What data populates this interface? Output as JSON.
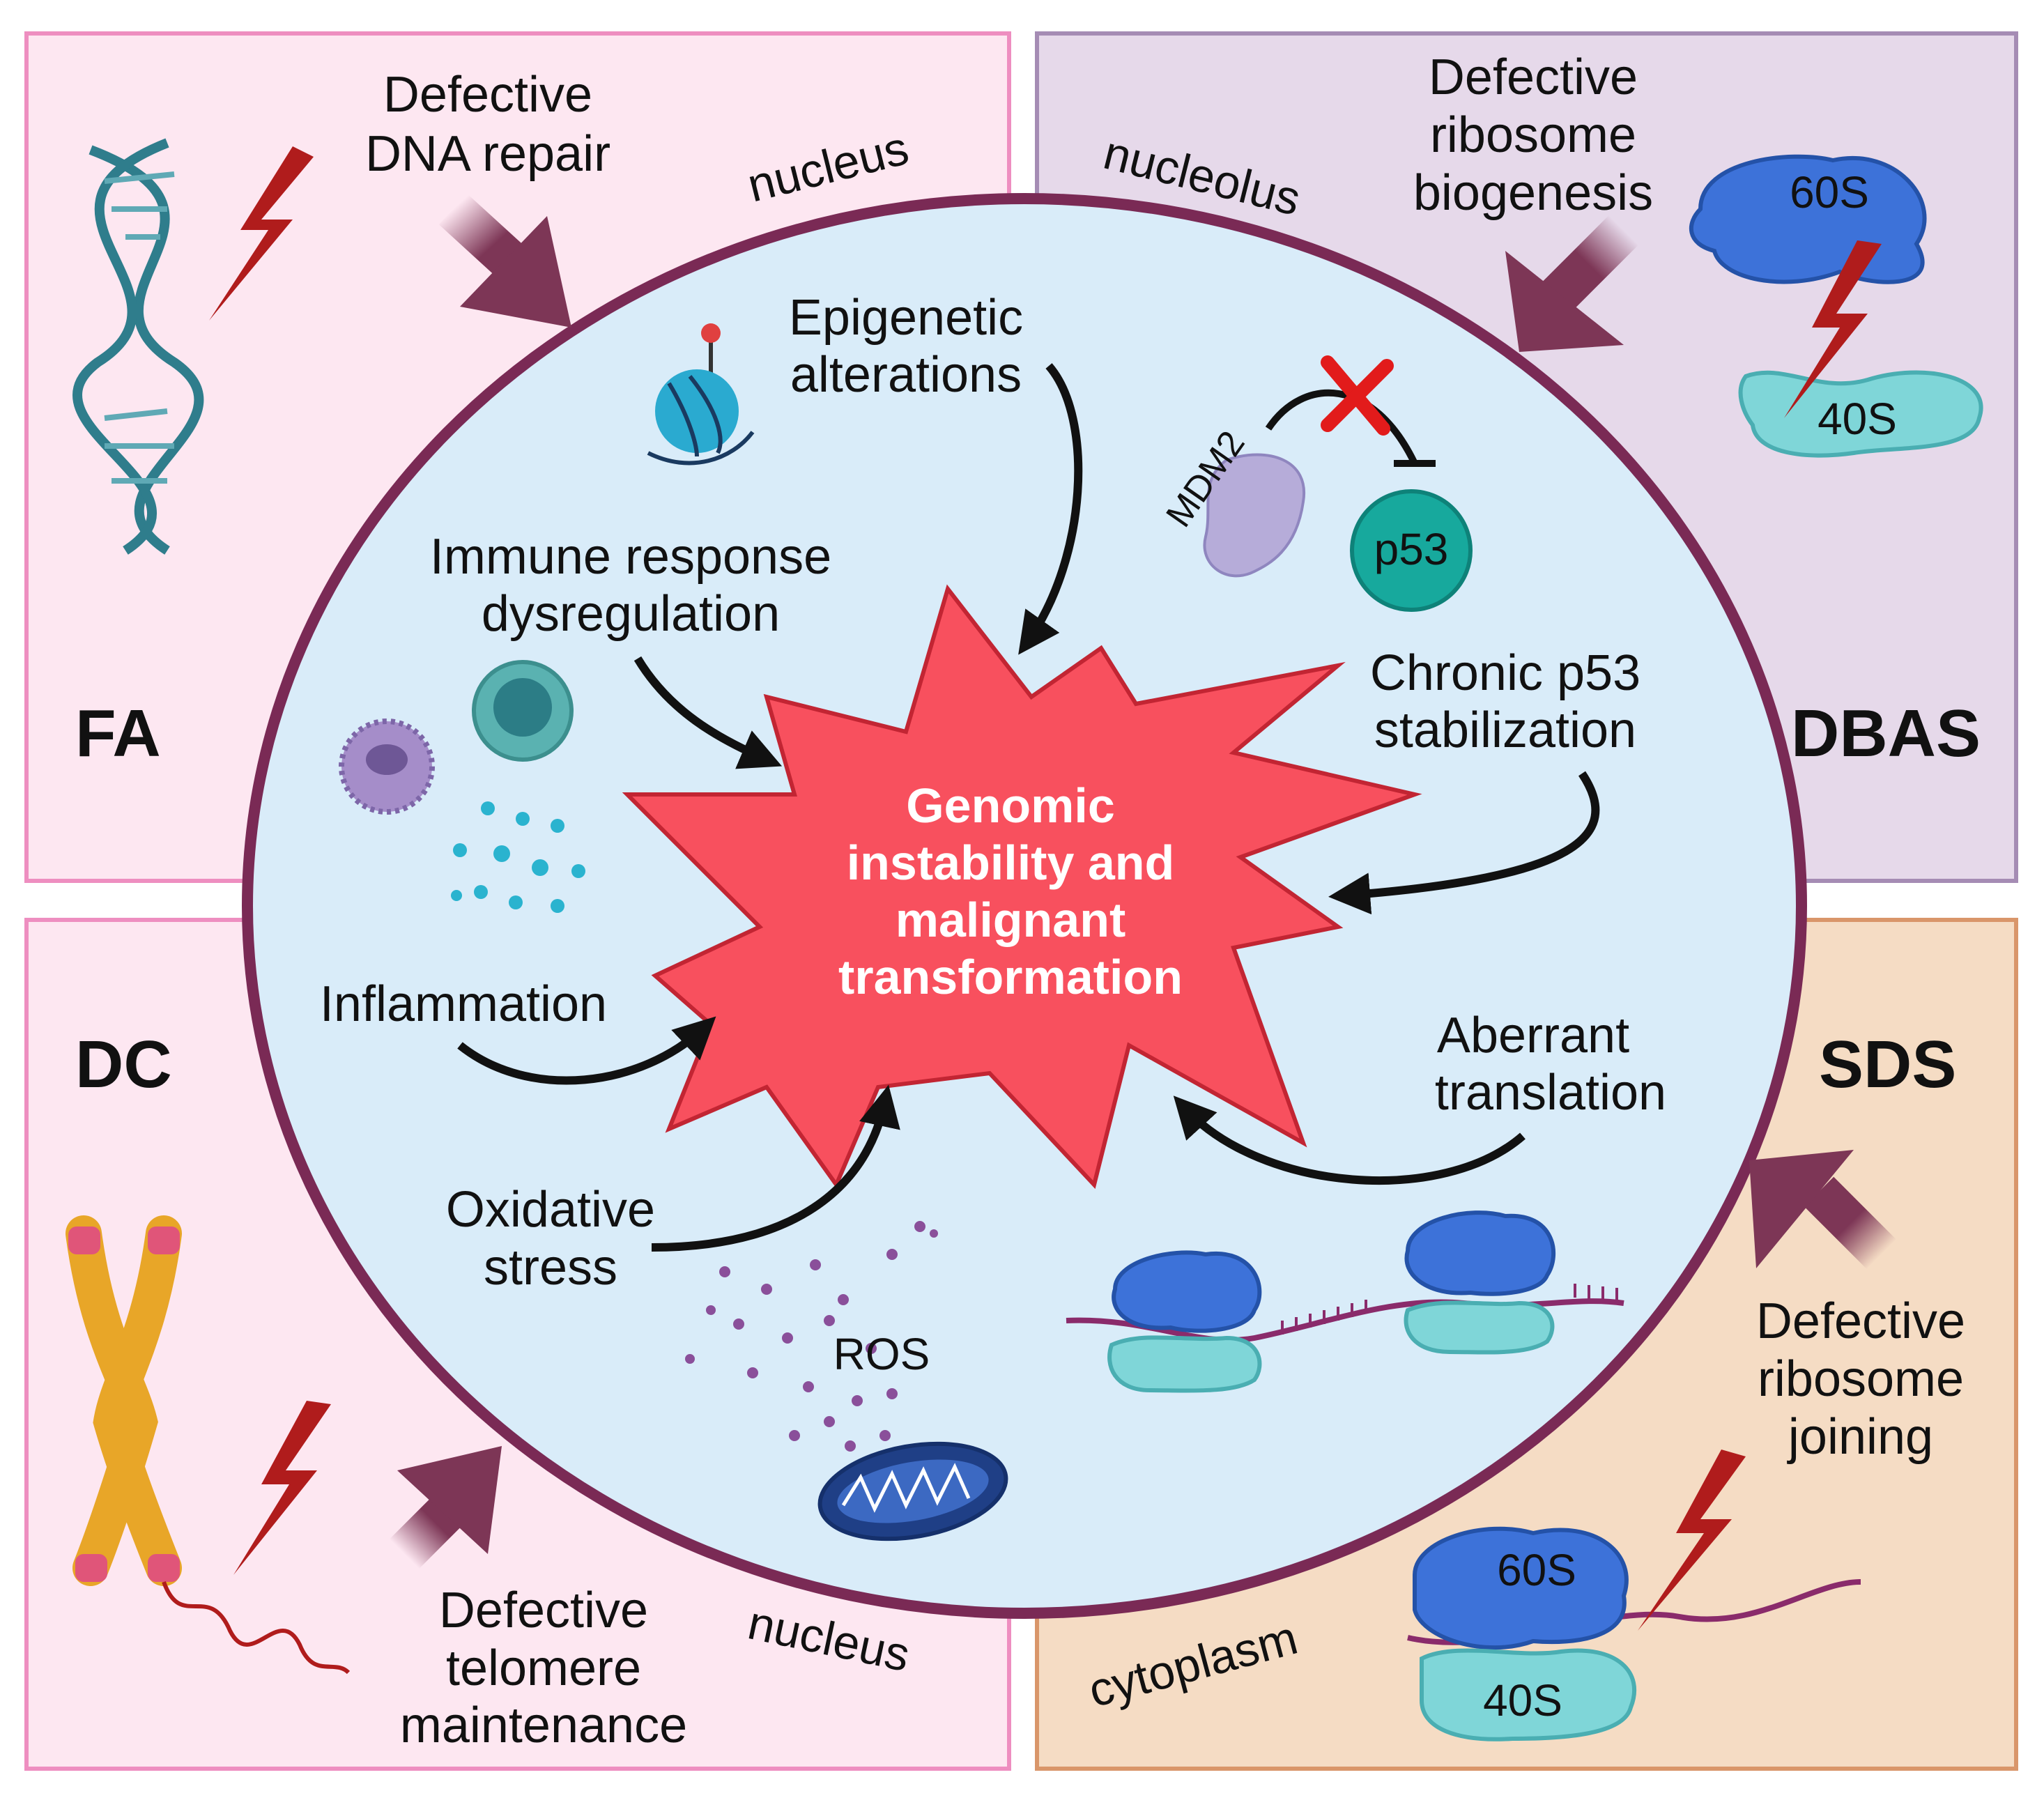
{
  "panels": {
    "fa": {
      "label": "FA",
      "defect": [
        "Defective",
        "DNA repair"
      ],
      "compartment": "nucleus",
      "color": "#fde7f1",
      "border": "#ee8ec0"
    },
    "dbas": {
      "label": "DBAS",
      "defect": [
        "Defective",
        "ribosome",
        "biogenesis"
      ],
      "compartment": "nucleolus",
      "color": "#e6d9ea",
      "border": "#a58cb4"
    },
    "dc": {
      "label": "DC",
      "defect": [
        "Defective",
        "telomere",
        "maintenance"
      ],
      "compartment": "nucleus",
      "color": "#fde7f1",
      "border": "#ee8ec0"
    },
    "sds": {
      "label": "SDS",
      "defect": [
        "Defective",
        "ribosome",
        "joining"
      ],
      "compartment": "cytoplasm",
      "color": "#f5dcc4",
      "border": "#d9966a"
    }
  },
  "center": {
    "title": [
      "Genomic",
      "instability and",
      "malignant",
      "transformation"
    ],
    "star_color": "#f8505e",
    "circle_color": "#d9ecf9",
    "circle_border": "#7a2a55"
  },
  "factors": {
    "epigenetic": [
      "Epigenetic",
      "alterations"
    ],
    "immune": [
      "Immune response",
      "dysregulation"
    ],
    "p53": [
      "Chronic p53",
      "stabilization"
    ],
    "inflammation": "Inflammation",
    "oxidative": [
      "Oxidative",
      "stress"
    ],
    "translation": [
      "Aberrant",
      "translation"
    ]
  },
  "molecules": {
    "mdm2": "MDM2",
    "p53": "p53",
    "ros": "ROS",
    "large_subunit": "60S",
    "small_subunit": "40S"
  },
  "colors": {
    "defect_arrow": "#7d3656",
    "flow_arrow": "#1a1a1a",
    "lightning": "#b01c1c",
    "dna": "#2f7d8c",
    "ribosome_large": "#3d72d9",
    "ribosome_small": "#7fd6d8",
    "chromosome": "#e8a628"
  }
}
